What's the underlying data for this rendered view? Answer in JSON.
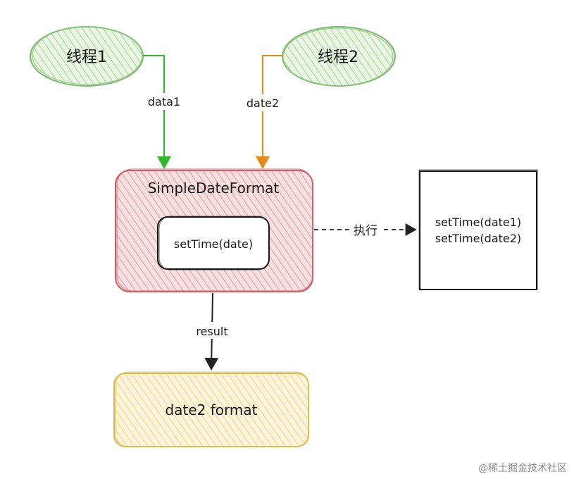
{
  "nodes": {
    "thread1": "线程1",
    "thread2": "线程2",
    "sdf_title": "SimpleDateFormat",
    "set_time": "setTime(date)",
    "exec_box_lines": [
      "setTime(date1)",
      "setTime(date2)"
    ],
    "output": "date2 format"
  },
  "edges": {
    "thread1_label": "data1",
    "thread2_label": "date2",
    "exec_label": "执行",
    "result_label": "result"
  },
  "watermark": "@稀土掘金技术社区",
  "colors": {
    "thread_fill": "#cfe8c4",
    "thread_stroke": "#7cb872",
    "sdf_fill": "#f2c6c8",
    "sdf_stroke": "#cf5d63",
    "output_fill": "#fbe9b8",
    "output_stroke": "#e0b84e",
    "green_edge": "#2db82d",
    "orange_edge": "#e88a1a"
  }
}
